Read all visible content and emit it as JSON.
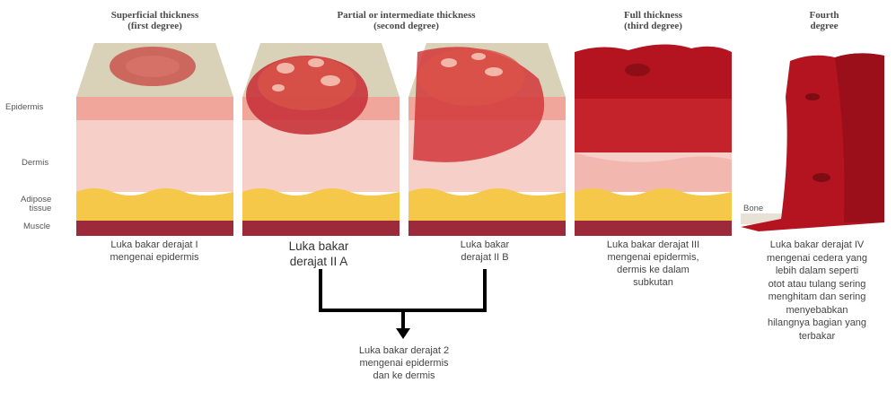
{
  "headers": {
    "first": [
      "Superficial thickness",
      "(first degree)"
    ],
    "second": [
      "Partial or intermediate thickness",
      "(second degree)"
    ],
    "third": [
      "Full thickness",
      "(third degree)"
    ],
    "fourth": [
      "Fourth",
      "degree"
    ]
  },
  "layers": {
    "epidermis": "Epidermis",
    "dermis": "Dermis",
    "adipose": [
      "Adipose",
      "tissue"
    ],
    "muscle": "Muscle",
    "bone": "Bone"
  },
  "captions": {
    "first": [
      "Luka bakar derajat I",
      "mengenai epidermis"
    ],
    "second_a": [
      "Luka bakar",
      "derajat II A"
    ],
    "second_b": [
      "Luka bakar",
      "derajat II B"
    ],
    "third": [
      "Luka bakar derajat III",
      "mengenai epidermis,",
      "dermis ke dalam",
      "subkutan"
    ],
    "fourth": [
      "Luka bakar derajat IV",
      "mengenai  cedera yang",
      "lebih dalam seperti",
      "otot atau tulang sering",
      "menghitam dan sering",
      "menyebabkan",
      "hilangnya bagian yang",
      "terbakar"
    ],
    "combined": [
      "Luka bakar derajat 2",
      "mengenai epidermis",
      "dan ke dermis"
    ]
  },
  "colors": {
    "top_face": "#d9d2b8",
    "epidermis": "#f0a69a",
    "dermis": "#f6cfc8",
    "adipose": "#f5c84a",
    "muscle": "#9c2a3a",
    "burn_red": "#b3141f",
    "connector": "#000000"
  }
}
